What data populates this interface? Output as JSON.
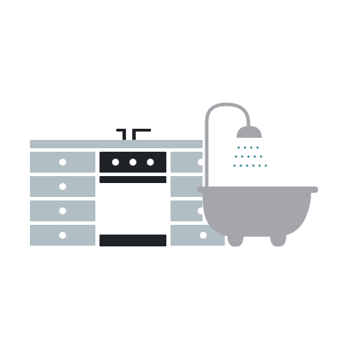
{
  "colors": {
    "background": "#ffffff",
    "cabinet": "#b1bec4",
    "countertop": "#b1bec4",
    "dark": "#1f2328",
    "knob": "#ffffff",
    "tub": "#a4a6ab",
    "shower_pipe": "#a4a6ab",
    "water": "#3f8f99"
  },
  "icons": {
    "faucet": "faucet-icon",
    "shower": "shower-head-icon",
    "bathtub": "bathtub-icon",
    "stove": "stove-icon"
  },
  "scene": {
    "left_drawers": 4,
    "right_drawers": 4,
    "stove_knobs": 3
  }
}
